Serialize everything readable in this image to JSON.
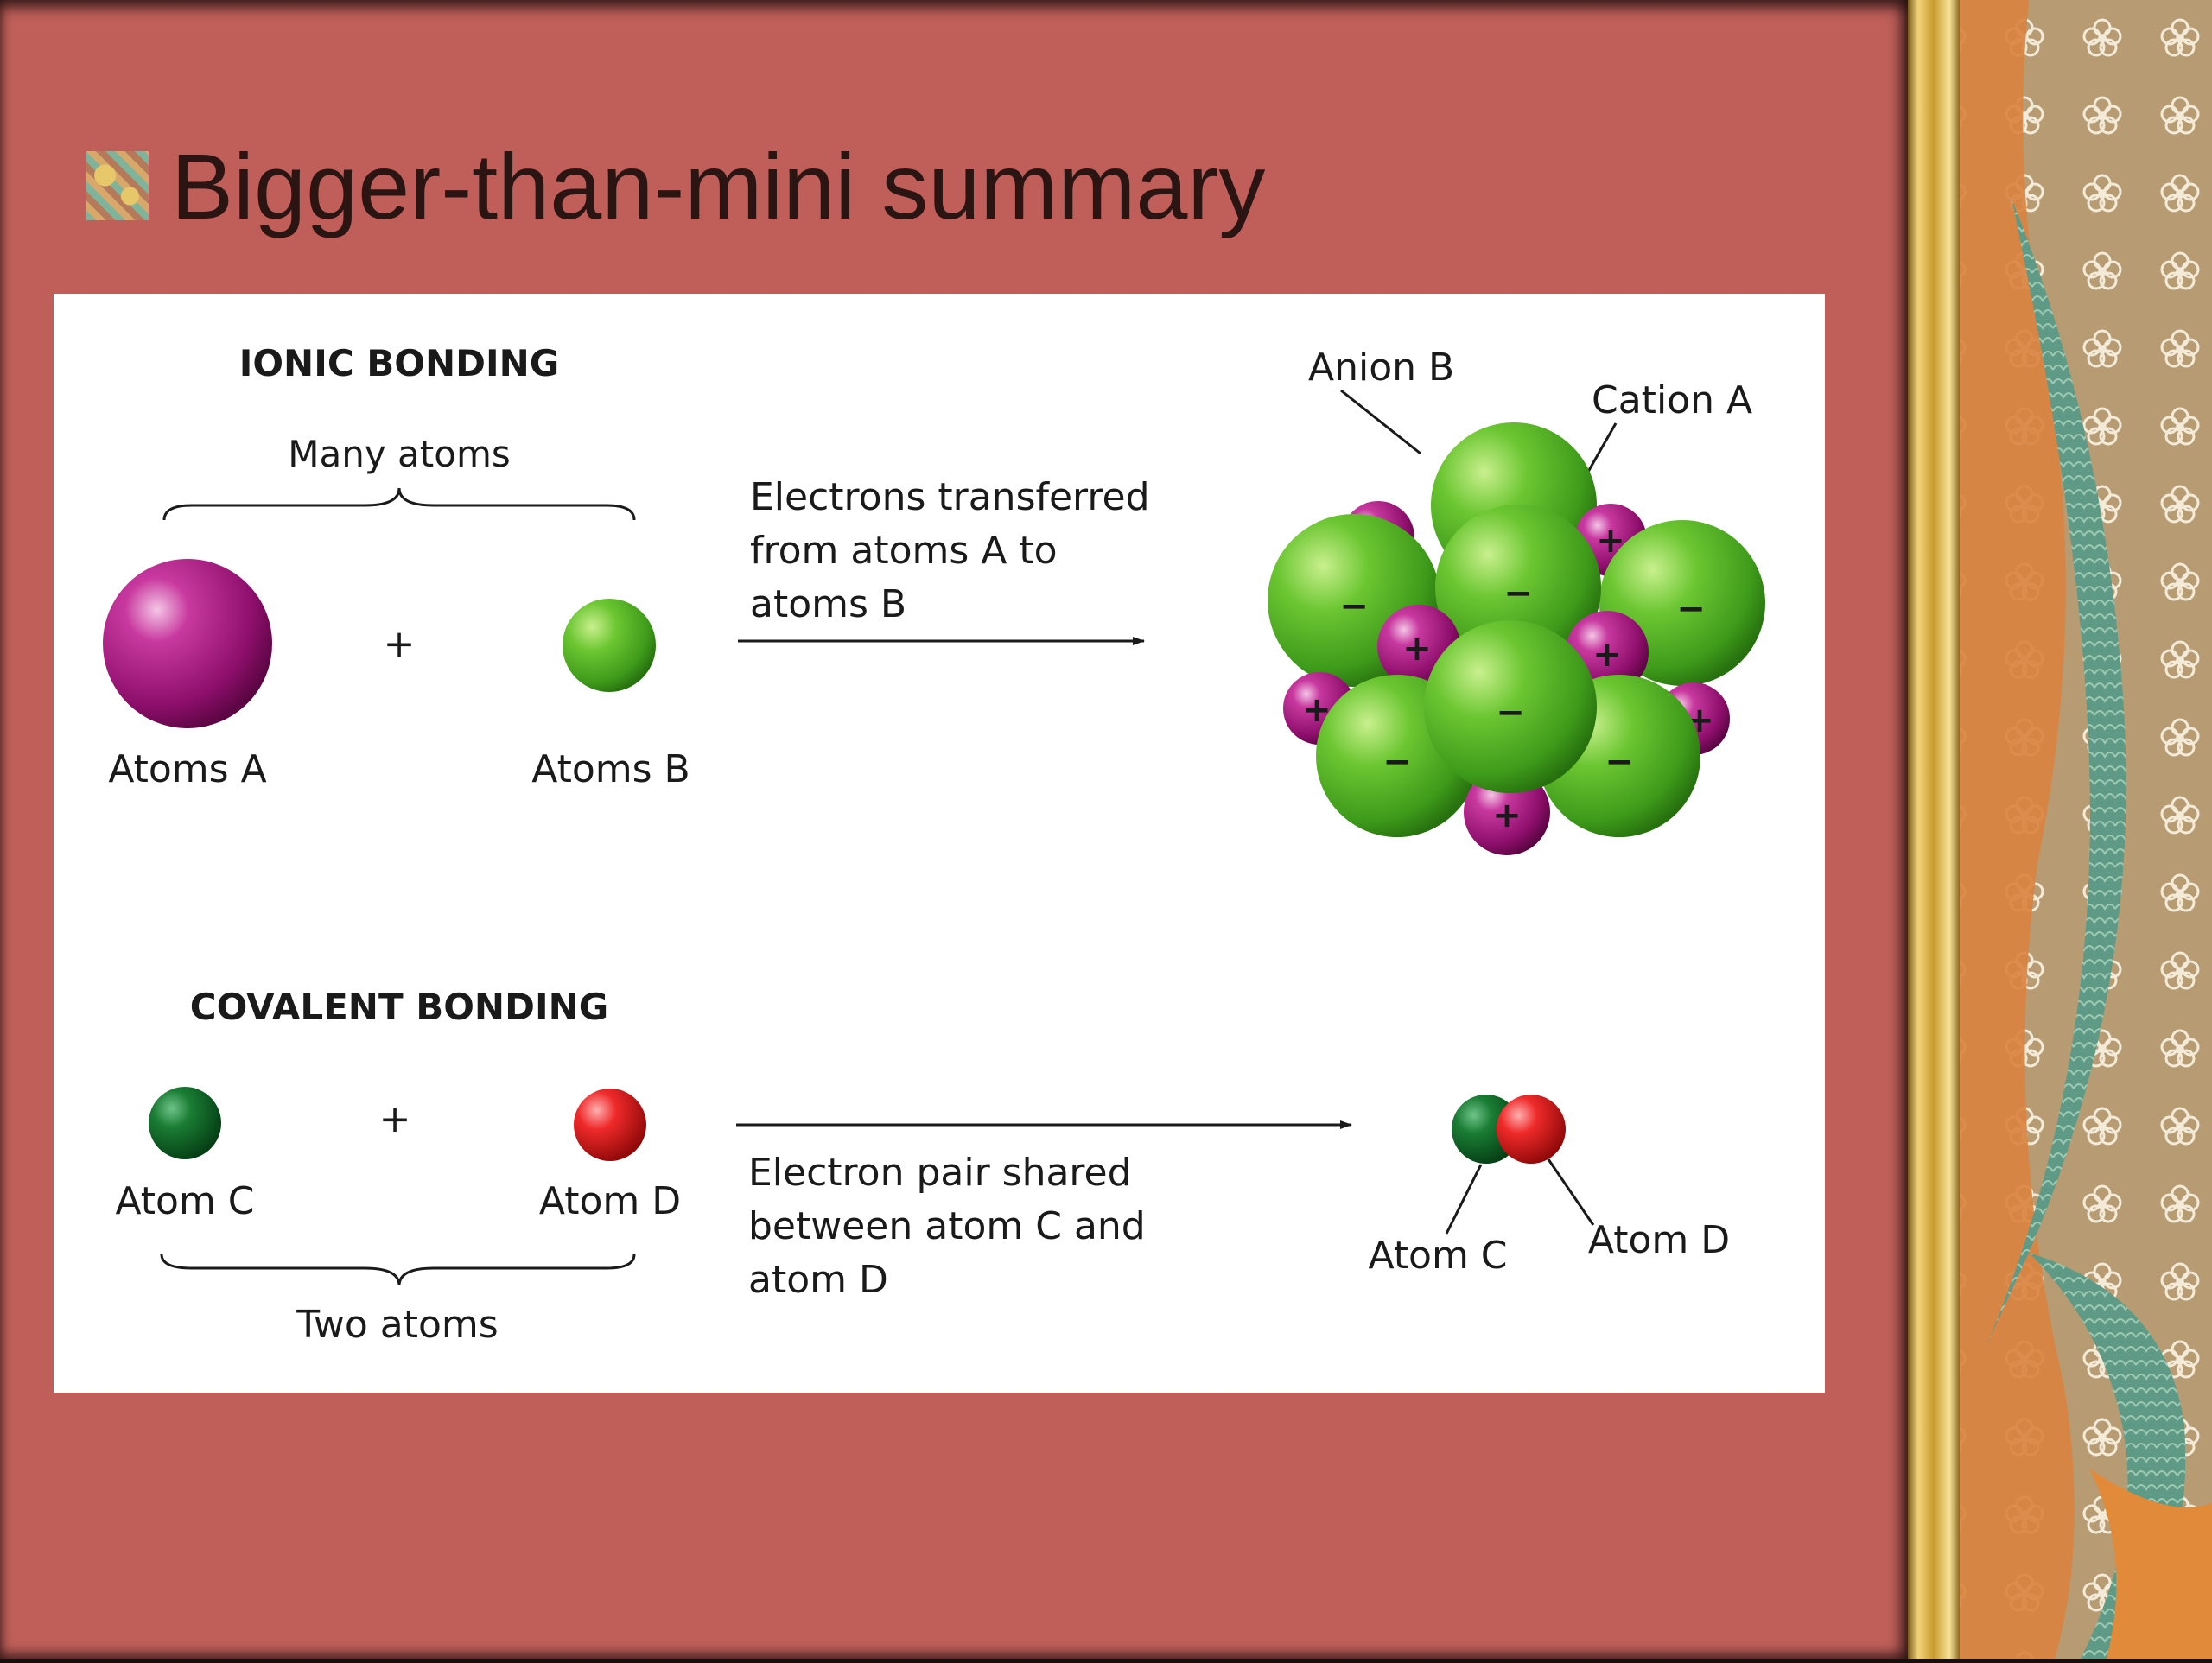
{
  "slide": {
    "title": "Bigger-than-mini summary"
  },
  "ionic": {
    "heading": "IONIC BONDING",
    "group_label": "Many atoms",
    "atom_a_label": "Atoms A",
    "atom_b_label": "Atoms B",
    "plus": "+",
    "process_line1": "Electrons transferred",
    "process_line2": "from atoms A to",
    "process_line3": "atoms B",
    "anion_label": "Anion B",
    "cation_label": "Cation A",
    "minus_sign": "−",
    "plus_sign": "+"
  },
  "covalent": {
    "heading": "COVALENT BONDING",
    "atom_c_label": "Atom C",
    "atom_d_label": "Atom D",
    "plus": "+",
    "group_label": "Two atoms",
    "process_line1": "Electron pair shared",
    "process_line2": "between atom C and",
    "process_line3": "atom D",
    "molecule_c_label": "Atom C",
    "molecule_d_label": "Atom D"
  },
  "colors": {
    "slide_background": "#c05f5a",
    "magenta_atom": "#a3167d",
    "green_atom": "#5cb82a",
    "dark_green_atom": "#0f6b22",
    "red_atom": "#e01b1b"
  }
}
